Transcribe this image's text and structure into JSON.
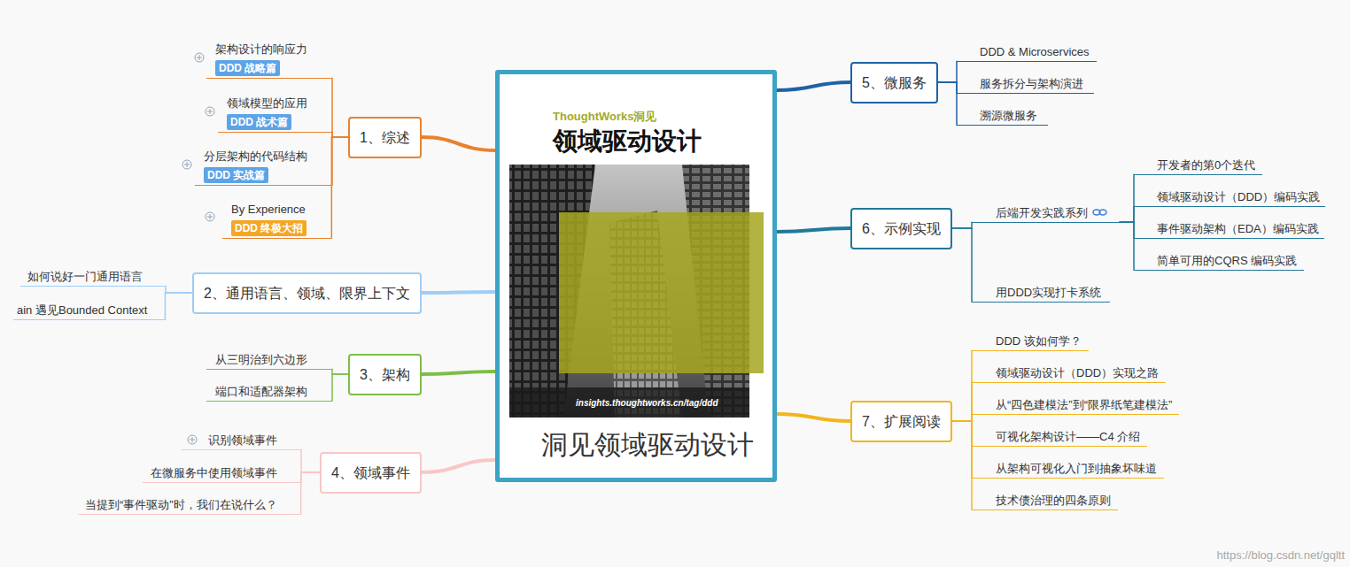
{
  "diagram": {
    "nodes": [
      {
        "text": [
          "ThoughtWorks洞见",
          "领域驱动设计",
          "insights.thoughtworks.cn/tag/ddd",
          "洞见领域驱动设计"
        ]
      },
      {
        "text": [
          "1、综述"
        ]
      },
      {
        "text": [
          "架构设计的响应力",
          "DDD 战略篇"
        ]
      },
      {
        "text": [
          "领域模型的应用",
          "DDD 战术篇"
        ]
      },
      {
        "text": [
          "分层架构的代码结构",
          "DDD 实战篇"
        ]
      },
      {
        "text": [
          "By Experience",
          "DDD 终极大招"
        ]
      },
      {
        "text": [
          "2、通用语言、领域、限界上下文"
        ]
      },
      {
        "text": [
          "如何说好一门通用语言"
        ]
      },
      {
        "text": [
          "ain 遇见Bounded Context"
        ]
      },
      {
        "text": [
          "3、架构"
        ]
      },
      {
        "text": [
          "从三明治到六边形"
        ]
      },
      {
        "text": [
          "端口和适配器架构"
        ]
      },
      {
        "text": [
          "4、领域事件"
        ]
      },
      {
        "text": [
          "识别领域事件"
        ]
      },
      {
        "text": [
          "在微服务中使用领域事件"
        ]
      },
      {
        "text": [
          "当提到“事件驱动”时，我们在说什么？"
        ]
      },
      {
        "text": [
          "5、微服务"
        ]
      },
      {
        "text": [
          "DDD & Microservices"
        ]
      },
      {
        "text": [
          "服务拆分与架构演进"
        ]
      },
      {
        "text": [
          "溯源微服务"
        ]
      },
      {
        "text": [
          "6、示例实现"
        ]
      },
      {
        "text": [
          "后端开发实践系列"
        ]
      },
      {
        "text": [
          "开发者的第0个迭代"
        ]
      },
      {
        "text": [
          "领域驱动设计（DDD）编码实践"
        ]
      },
      {
        "text": [
          "事件驱动架构（EDA）编码实践"
        ]
      },
      {
        "text": [
          "简单可用的CQRS 编码实践"
        ]
      },
      {
        "text": [
          "用DDD实现打卡系统"
        ]
      },
      {
        "text": [
          "7、扩展阅读"
        ]
      },
      {
        "text": [
          "DDD 该如何学？"
        ]
      },
      {
        "text": [
          "领域驱动设计（DDD）实现之路"
        ]
      },
      {
        "text": [
          "从“四色建模法”到“限界纸笔建模法”"
        ]
      },
      {
        "text": [
          "可视化架构设计——C4 介绍"
        ]
      },
      {
        "text": [
          "从架构可视化入门到抽象坏味道"
        ]
      },
      {
        "text": [
          "技术债治理的四条原则"
        ]
      }
    ],
    "edges": [
      {
        "from": 0,
        "to": 1,
        "arrow": "none"
      },
      {
        "from": 1,
        "to": 2,
        "arrow": "none"
      },
      {
        "from": 1,
        "to": 3,
        "arrow": "none"
      },
      {
        "from": 1,
        "to": 4,
        "arrow": "none"
      },
      {
        "from": 1,
        "to": 5,
        "arrow": "none"
      },
      {
        "from": 0,
        "to": 6,
        "arrow": "none"
      },
      {
        "from": 6,
        "to": 7,
        "arrow": "none"
      },
      {
        "from": 6,
        "to": 8,
        "arrow": "none"
      },
      {
        "from": 0,
        "to": 9,
        "arrow": "none"
      },
      {
        "from": 9,
        "to": 10,
        "arrow": "none"
      },
      {
        "from": 9,
        "to": 11,
        "arrow": "none"
      },
      {
        "from": 0,
        "to": 12,
        "arrow": "none"
      },
      {
        "from": 12,
        "to": 13,
        "arrow": "none"
      },
      {
        "from": 12,
        "to": 14,
        "arrow": "none"
      },
      {
        "from": 12,
        "to": 15,
        "arrow": "none"
      },
      {
        "from": 0,
        "to": 16,
        "arrow": "none"
      },
      {
        "from": 16,
        "to": 17,
        "arrow": "none"
      },
      {
        "from": 16,
        "to": 18,
        "arrow": "none"
      },
      {
        "from": 16,
        "to": 19,
        "arrow": "none"
      },
      {
        "from": 0,
        "to": 20,
        "arrow": "none"
      },
      {
        "from": 20,
        "to": 21,
        "arrow": "none"
      },
      {
        "from": 21,
        "to": 22,
        "arrow": "none"
      },
      {
        "from": 21,
        "to": 23,
        "arrow": "none"
      },
      {
        "from": 21,
        "to": 24,
        "arrow": "none"
      },
      {
        "from": 21,
        "to": 25,
        "arrow": "none"
      },
      {
        "from": 20,
        "to": 26,
        "arrow": "none"
      },
      {
        "from": 0,
        "to": 27,
        "arrow": "none"
      },
      {
        "from": 27,
        "to": 28,
        "arrow": "none"
      },
      {
        "from": 27,
        "to": 29,
        "arrow": "none"
      },
      {
        "from": 27,
        "to": 30,
        "arrow": "none"
      },
      {
        "from": 27,
        "to": 31,
        "arrow": "none"
      },
      {
        "from": 27,
        "to": 32,
        "arrow": "none"
      },
      {
        "from": 27,
        "to": 33,
        "arrow": "none"
      }
    ],
    "labels": [
      "https://blog.csdn.net/gqltt"
    ]
  }
}
